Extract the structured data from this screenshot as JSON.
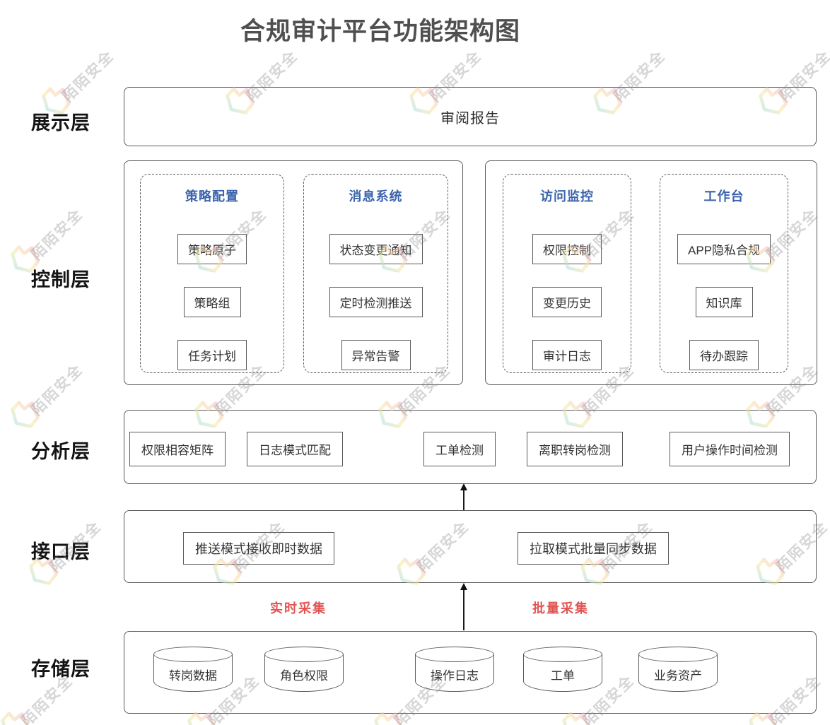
{
  "title": "合规审计平台功能架构图",
  "watermark": {
    "text": "陌陌安全",
    "logo": "momo-logo-icon"
  },
  "colors": {
    "accent_blue": "#3b64ab",
    "accent_red": "#e25454",
    "border_gray": "#5a5a5a",
    "title_gray": "#4f4f4f"
  },
  "annotations": {
    "realtime": "实时采集",
    "batch": "批量采集"
  },
  "layers": {
    "presentation": {
      "label": "展示层",
      "items": [
        "审阅报告"
      ]
    },
    "control": {
      "label": "控制层",
      "groups": [
        {
          "title": "策略配置",
          "items": [
            "策略原子",
            "策略组",
            "任务计划"
          ]
        },
        {
          "title": "消息系统",
          "items": [
            "状态变更通知",
            "定时检测推送",
            "异常告警"
          ]
        },
        {
          "title": "访问监控",
          "items": [
            "权限控制",
            "变更历史",
            "审计日志"
          ]
        },
        {
          "title": "工作台",
          "items": [
            "APP隐私合规",
            "知识库",
            "待办跟踪"
          ]
        }
      ]
    },
    "analysis": {
      "label": "分析层",
      "items": [
        "权限相容矩阵",
        "日志模式匹配",
        "工单检测",
        "离职转岗检测",
        "用户操作时间检测"
      ]
    },
    "interface": {
      "label": "接口层",
      "items": [
        "推送模式接收即时数据",
        "拉取模式批量同步数据"
      ]
    },
    "storage": {
      "label": "存储层",
      "items": [
        "转岗数据",
        "角色权限",
        "操作日志",
        "工单",
        "业务资产"
      ]
    }
  }
}
